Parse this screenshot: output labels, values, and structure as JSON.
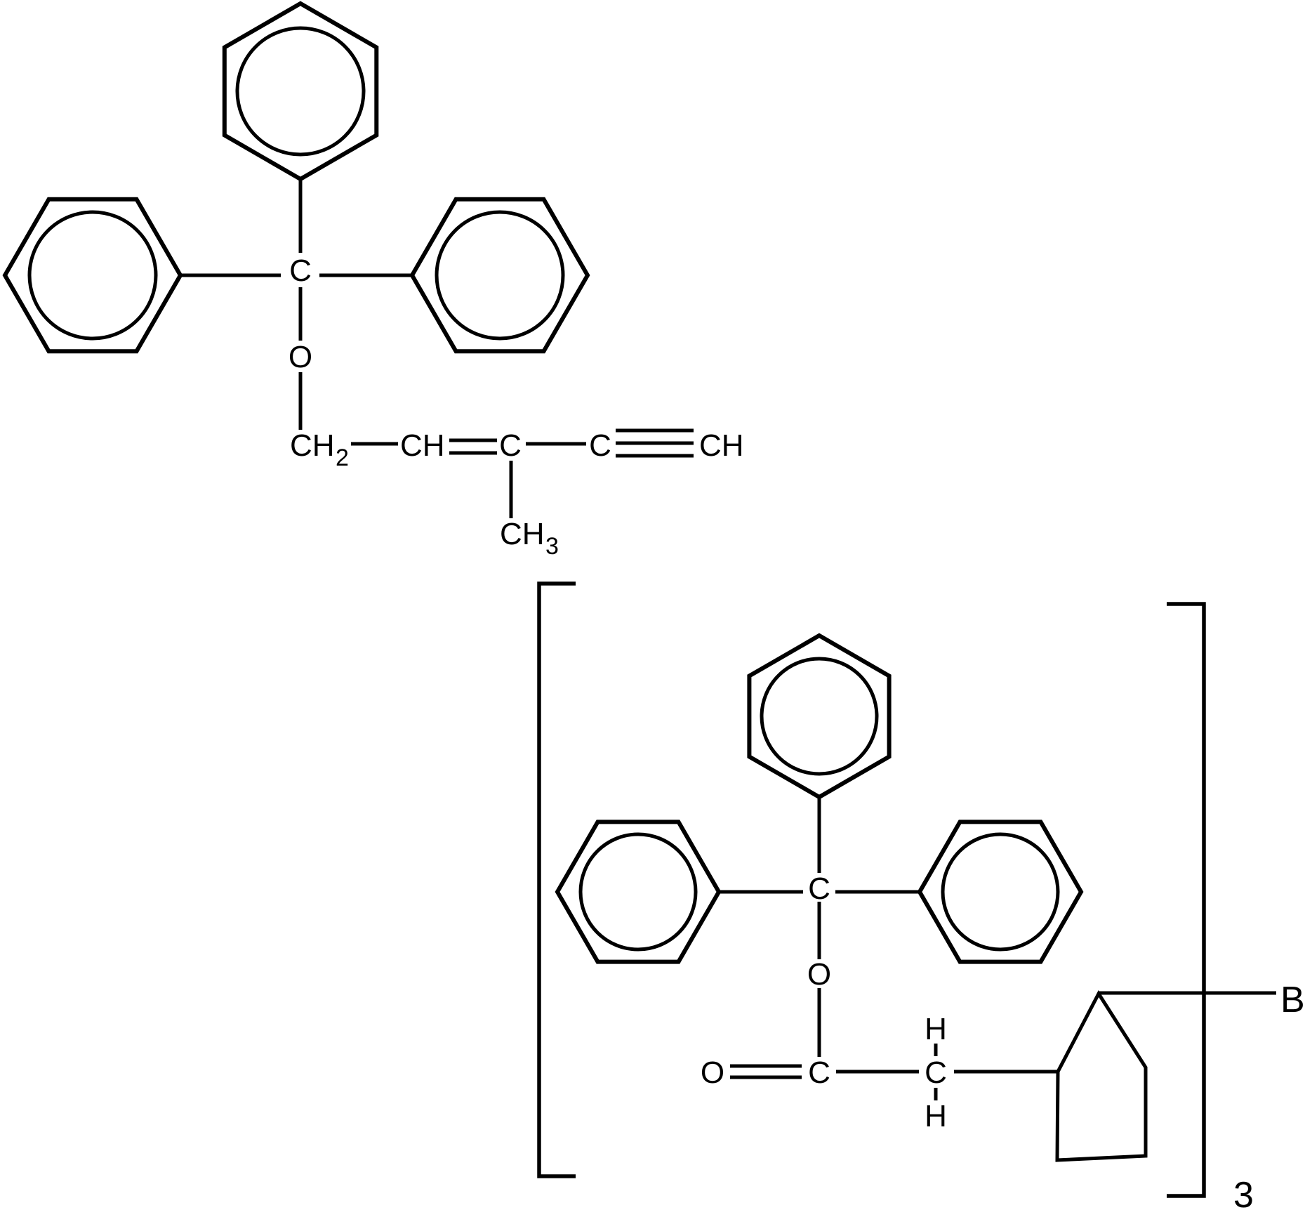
{
  "figure": {
    "background": "#ffffff",
    "line_color": "#000000",
    "structures": [
      {
        "id": "trityl-enyne-ether",
        "description": "Triphenylmethyl ether of 3-methyl-pent-2-en-4-yne chain",
        "atoms": {
          "central_c": "C",
          "ether_o": "O",
          "ch2": "CH",
          "ch2_sub": "2",
          "vinyl_ch": "CH",
          "vinyl_c": "C",
          "alkynyl_c": "C",
          "terminal_ch": "CH",
          "methyl": "CH",
          "methyl_sub": "3"
        }
      },
      {
        "id": "bracketed-trityl-ester",
        "description": "Bracketed repeat unit: trityl ester O=C-CH linked to cyclopentane ring, label B, repeated 3 times",
        "atoms": {
          "central_c": "C",
          "ester_o": "O",
          "carbonyl_o": "O",
          "carbonyl_c": "C",
          "methine_h_top": "H",
          "methine_c": "C",
          "methine_h_bottom": "H"
        },
        "bracket_subscript": "3",
        "substituent_label": "B"
      }
    ]
  }
}
